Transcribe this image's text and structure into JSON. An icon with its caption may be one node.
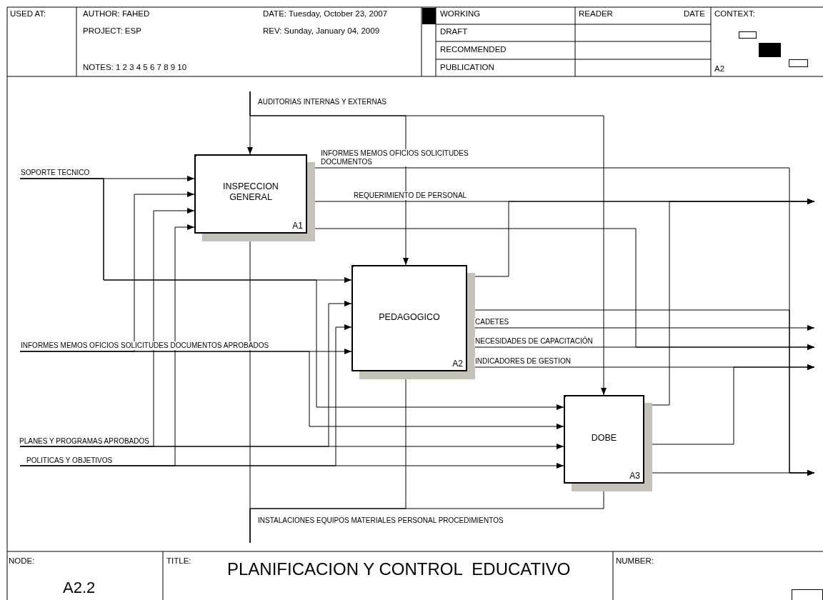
{
  "diagram": {
    "title": "PLANIFICACION Y CONTROL  EDUCATIVO",
    "nodes": [
      {
        "text": [
          "INSPECCION GENERAL",
          "A1"
        ]
      },
      {
        "text": [
          "PEDAGOGICO",
          "A2"
        ]
      },
      {
        "text": [
          "DOBE",
          "A3"
        ]
      }
    ],
    "edges": [
      {
        "from": null,
        "to": 0,
        "arrow": "to",
        "label": "SOPORTE TECNICO"
      },
      {
        "from": null,
        "to": 1,
        "arrow": "to"
      },
      {
        "from": null,
        "to": 2,
        "arrow": "to"
      },
      {
        "from": null,
        "to": 1,
        "arrow": "to",
        "label": "INFORMES MEMOS OFICIOS SOLICITUDES DOCUMENTOS APROBADOS"
      },
      {
        "from": null,
        "to": 0,
        "arrow": "to"
      },
      {
        "from": null,
        "to": 2,
        "arrow": "to"
      },
      {
        "from": null,
        "to": 2,
        "arrow": "to",
        "label": "PLANES Y PROGRAMAS APROBADOS"
      },
      {
        "from": null,
        "to": 0,
        "arrow": "to"
      },
      {
        "from": null,
        "to": 1,
        "arrow": "to"
      },
      {
        "from": null,
        "to": 2,
        "arrow": "to",
        "label": "POLITICAS Y OBJETIVOS"
      },
      {
        "from": null,
        "to": 0,
        "arrow": "to"
      },
      {
        "from": null,
        "to": 1,
        "arrow": "to"
      },
      {
        "from": null,
        "to": 0,
        "arrow": "to",
        "label": "AUDITORIAS INTERNAS Y EXTERNAS"
      },
      {
        "from": null,
        "to": 1,
        "arrow": "to"
      },
      {
        "from": null,
        "to": 2,
        "arrow": "to"
      },
      {
        "from": null,
        "to": 0,
        "arrow": "to",
        "label": "INSTALACIONES EQUIPOS MATERIALES PERSONAL PROCEDIMIENTOS"
      },
      {
        "from": null,
        "to": 1,
        "arrow": "to"
      },
      {
        "from": null,
        "to": 2,
        "arrow": "to"
      },
      {
        "from": 0,
        "to": null,
        "arrow": "to",
        "label": "INFORMES MEMOS OFICIOS SOLICITUDES DOCUMENTOS"
      },
      {
        "from": 1,
        "to": null,
        "arrow": "to"
      },
      {
        "from": 2,
        "to": null,
        "arrow": "to"
      },
      {
        "from": 0,
        "to": null,
        "arrow": "to",
        "label": "REQUERIMIENTO DE PERSONAL"
      },
      {
        "from": 1,
        "to": null,
        "arrow": "to"
      },
      {
        "from": 2,
        "to": null,
        "arrow": "to"
      },
      {
        "from": 1,
        "to": null,
        "arrow": "to",
        "label": "CADETES"
      },
      {
        "from": 1,
        "to": null,
        "arrow": "to",
        "label": "NECESIDADES DE CAPACITACIÓN"
      },
      {
        "from": 0,
        "to": null,
        "arrow": "to"
      },
      {
        "from": 1,
        "to": null,
        "arrow": "to",
        "label": "INDICADORES DE GESTION"
      },
      {
        "from": 2,
        "to": null,
        "arrow": "to"
      }
    ],
    "labels": [
      "USED AT:",
      "AUTHOR: FAHED",
      "DATE: Tuesday, October 23, 2007",
      "WORKING",
      "READER",
      "DATE",
      "CONTEXT:",
      "PROJECT: ESP",
      "REV: Sunday, January 04, 2009",
      "DRAFT",
      "RECOMMENDED",
      "NOTES: 1 2 3 4 5 6 7 8 9 10",
      "PUBLICATION",
      "A2",
      "NODE:",
      "TITLE:",
      "NUMBER:",
      "A2.2"
    ]
  }
}
